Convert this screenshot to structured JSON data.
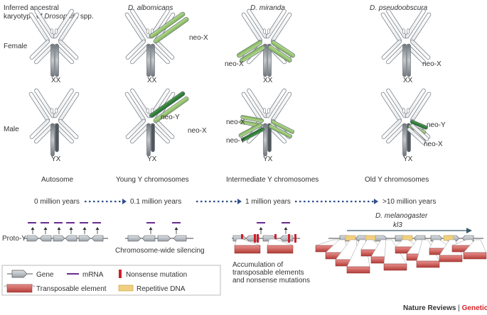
{
  "columns": [
    {
      "title_lines": [
        "Inferred ancestral",
        "karyotype of "
      ],
      "title_italic_tail": "Drosophila",
      "title_tail_suffix": " spp."
    },
    {
      "title": "D. albomicans"
    },
    {
      "title": "D. miranda"
    },
    {
      "title": "D. pseudoobscura"
    }
  ],
  "rows": {
    "female": "Female",
    "male": "Male"
  },
  "karyotype_labels": {
    "xx": "XX",
    "yx": "YX"
  },
  "chrom_labels": {
    "albo_female_neox": "neo-X",
    "albo_male_neoy": "neo-Y",
    "albo_male_neox": "neo-X",
    "mir_female_neox": "neo-X",
    "mir_male_neox": "neo-X",
    "mir_male_neoy": "neo-Y",
    "pseudo_female_neox": "neo-X",
    "pseudo_male_neoy": "neo-Y",
    "pseudo_male_neox": "neo-X"
  },
  "stages": [
    "Autosome",
    "Young Y chromosomes",
    "Intermediate Y chromosomes",
    "Old Y chromosomes"
  ],
  "timeline": [
    "0 million years",
    "0.1 million years",
    "1 million years",
    ">10 million years"
  ],
  "gene_model": {
    "proto_label": "Proto-Y",
    "silencing_label": "Chromosome-wide silencing",
    "accumulation_lines": [
      "Accumulation of",
      "transposable elements",
      "and nonsense mutations"
    ],
    "mel_title": "D. melanogaster",
    "mel_gene": "kl3"
  },
  "legend": {
    "gene": "Gene",
    "mrna": "mRNA",
    "nonsense": "Nonsense mutation",
    "te": "Transposable element",
    "repetitive": "Repetitive DNA"
  },
  "credit": {
    "journal": "Nature Reviews",
    "separator": " | ",
    "section": "Genetics"
  },
  "colors": {
    "neo_green": "#8fc46a",
    "neo_dark_green": "#2e7d3a",
    "grey_chrom": "#8a9096",
    "mrna": "#6a2c91",
    "nonsense": "#cc1f2d",
    "te": "#c0504d",
    "repetitive": "#f0d080",
    "genetics_red": "#d6252b"
  }
}
